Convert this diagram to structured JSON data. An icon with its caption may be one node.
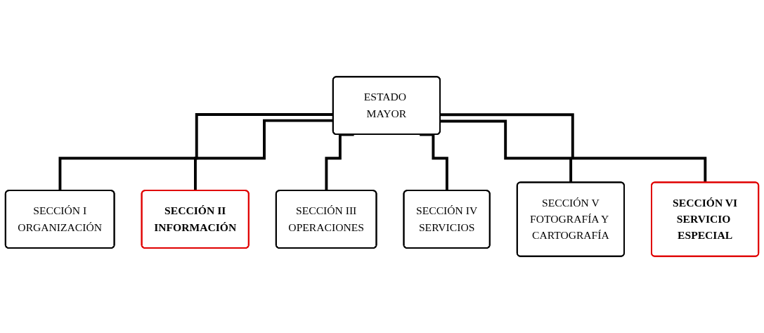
{
  "diagram": {
    "nodes": [
      {
        "text": [
          "ESTADO MAYOR"
        ]
      },
      {
        "text": [
          "SECCIÓN I",
          "ORGANIZACIÓN"
        ]
      },
      {
        "text": [
          "SECCIÓN II",
          "INFORMACIÓN"
        ]
      },
      {
        "text": [
          "SECCIÓN III",
          "OPERACIONES"
        ]
      },
      {
        "text": [
          "SECCIÓN IV",
          "SERVICIOS"
        ]
      },
      {
        "text": [
          "SECCIÓN V",
          "FOTOGRAFÍA Y CARTOGRAFÍA"
        ]
      },
      {
        "text": [
          "SECCIÓN VI",
          "SERVICIO ESPECIAL"
        ]
      }
    ],
    "edges": [
      {
        "from": 0,
        "to": 1,
        "arrow": "none"
      },
      {
        "from": 0,
        "to": 2,
        "arrow": "none"
      },
      {
        "from": 0,
        "to": 3,
        "arrow": "none"
      },
      {
        "from": 0,
        "to": 4,
        "arrow": "none"
      },
      {
        "from": 0,
        "to": 5,
        "arrow": "none"
      },
      {
        "from": 0,
        "to": 6,
        "arrow": "none"
      }
    ]
  }
}
